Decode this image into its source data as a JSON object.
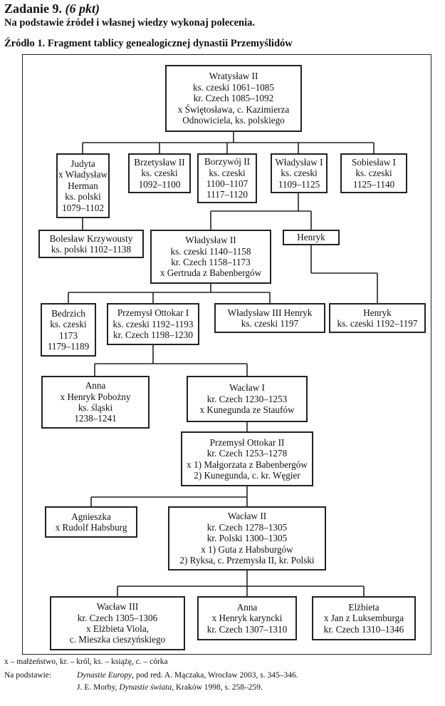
{
  "header": {
    "task": "Zadanie 9.",
    "points": "(6 pkt)",
    "instruction": "Na podstawie źródeł i własnej wiedzy wykonaj polecenia.",
    "source_title": "Źródło 1. Fragment tablicy genealogicznej dynastii Przemyślidów"
  },
  "tree": {
    "wratyslaw": [
      "Wratysław II",
      "ks. czeski 1061–1085",
      "kr. Czech 1085–1092",
      "x Świętosława, c. Kazimierza",
      "Odnowiciela, ks. polskiego"
    ],
    "judyta": [
      "Judyta",
      "x Władysław",
      "Herman",
      "ks. polski",
      "1079–1102"
    ],
    "bretyslaw": [
      "Brzetysław II",
      "ks. czeski",
      "1092–1100"
    ],
    "borzywoj": [
      "Borzywój II",
      "ks. czeski",
      "1100–1107",
      "1117–1120"
    ],
    "wladyslaw1": [
      "Władysław I",
      "ks. czeski",
      "1109–1125"
    ],
    "sobieslaw": [
      "Sobiesław I",
      "ks. czeski",
      "1125–1140"
    ],
    "boleslaw": [
      "Bolesław Krzywousty",
      "ks. polski 1102–1138"
    ],
    "wladyslaw2": [
      "Władysław II",
      "ks. czeski 1140–1158",
      "kr. Czech 1158–1173",
      "x Gertruda z Babenbergów"
    ],
    "henryk_a": [
      "Henryk"
    ],
    "bedrzich": [
      "Bedrzich",
      "ks. czeski",
      "1173",
      "1179–1189"
    ],
    "przemysl1": [
      "Przemysł Ottokar I",
      "ks. czeski 1192–1193",
      "kr. Czech 1198–1230"
    ],
    "wladyslaw3": [
      "Władysław III Henryk",
      "ks. czeski 1197"
    ],
    "henryk_b": [
      "Henryk",
      "ks. czeski 1192–1197"
    ],
    "anna1": [
      "Anna",
      "x Henryk Pobożny",
      "ks. śląski",
      "1238–1241"
    ],
    "waclaw1": [
      "Wacław I",
      "kr. Czech 1230–1253",
      "x Kunegunda ze Staufów"
    ],
    "przemysl2": [
      "Przemysł Ottokar II",
      "kr. Czech 1253–1278",
      "x 1) Małgorzata z Babenbergów",
      "2) Kunegunda, c. kr. Węgier"
    ],
    "agnieszka": [
      "Agnieszka",
      "x Rudolf Habsburg"
    ],
    "waclaw2": [
      "Wacław II",
      "kr. Czech 1278–1305",
      "kr. Polski 1300–1305",
      "x 1) Guta z Habsburgów",
      "2) Ryksa, c. Przemysła II, kr. Polski"
    ],
    "waclaw3": [
      "Wacław III",
      "kr. Czech 1305–1306",
      "x Elżbieta Viola,",
      "c. Mieszka cieszyńskiego"
    ],
    "anna2": [
      "Anna",
      "x Henryk karyncki",
      "kr. Czech 1307–1310"
    ],
    "elzbieta": [
      "Elżbieta",
      "x Jan z Luksemburga",
      "kr. Czech 1310–1346"
    ]
  },
  "footer": {
    "legend": "x – małżeństwo, kr. – król, ks. – książę, c. – córka",
    "based_on_label": "Na podstawie:",
    "source1_title": "Dynastie Europy",
    "source1_rest": ", pod red. A. Mączaka, Wrocław 2003, s. 345–346.",
    "source2_author": "J. E. Morby, ",
    "source2_title": "Dynastie świata",
    "source2_rest": ", Kraków 1998, s. 258–259."
  }
}
